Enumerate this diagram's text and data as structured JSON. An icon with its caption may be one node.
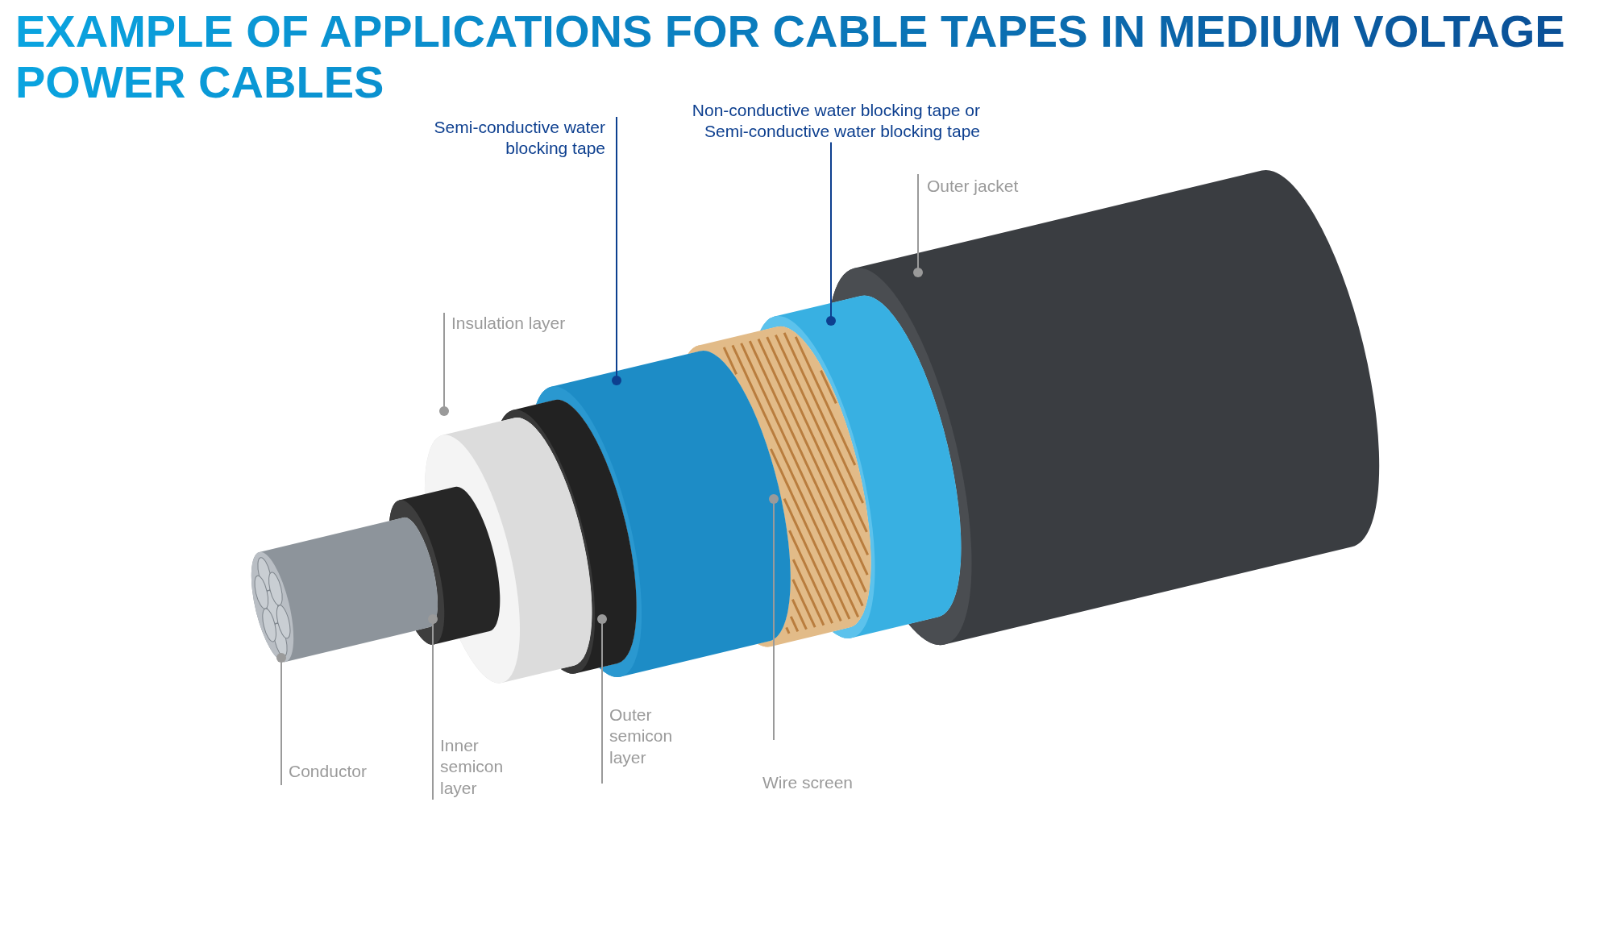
{
  "diagram": {
    "title": "EXAMPLE OF APPLICATIONS FOR CABLE TAPES IN MEDIUM VOLTAGE POWER CABLES",
    "nodes": [
      {
        "text": [
          "Non-conductive water blocking tape or Semi-conductive water blocking tape"
        ]
      },
      {
        "text": [
          "Semi-conductive water blocking tape"
        ]
      },
      {
        "text": [
          "Outer jacket"
        ]
      },
      {
        "text": [
          "Insulation layer"
        ]
      },
      {
        "text": [
          "Outer semicon layer"
        ]
      },
      {
        "text": [
          "Inner semicon layer"
        ]
      },
      {
        "text": [
          "Conductor"
        ]
      },
      {
        "text": [
          "Wire screen"
        ]
      },
      {
        "text": [],
        "shape": "cylinder"
      },
      {
        "text": [],
        "shape": "cylinder"
      },
      {
        "text": [],
        "shape": "cylinder"
      },
      {
        "text": [],
        "shape": "cylinder"
      },
      {
        "text": [],
        "shape": "cylinder"
      },
      {
        "text": [],
        "shape": "cylinder"
      },
      {
        "text": [],
        "shape": "cylinder"
      },
      {
        "text": [],
        "shape": "cylinder"
      }
    ],
    "edges": [
      {
        "from": 0,
        "to": 14,
        "arrow": "other",
        "color": "#0d3f8f"
      },
      {
        "from": 1,
        "to": 12,
        "arrow": "other",
        "color": "#0d3f8f"
      },
      {
        "from": 2,
        "to": 15,
        "arrow": "other"
      },
      {
        "from": 3,
        "to": 10,
        "arrow": "other"
      },
      {
        "from": 4,
        "to": 11,
        "arrow": "other"
      },
      {
        "from": 5,
        "to": 9,
        "arrow": "other"
      },
      {
        "from": 6,
        "to": 8,
        "arrow": "other"
      },
      {
        "from": 7,
        "to": 13,
        "arrow": "other"
      }
    ]
  }
}
